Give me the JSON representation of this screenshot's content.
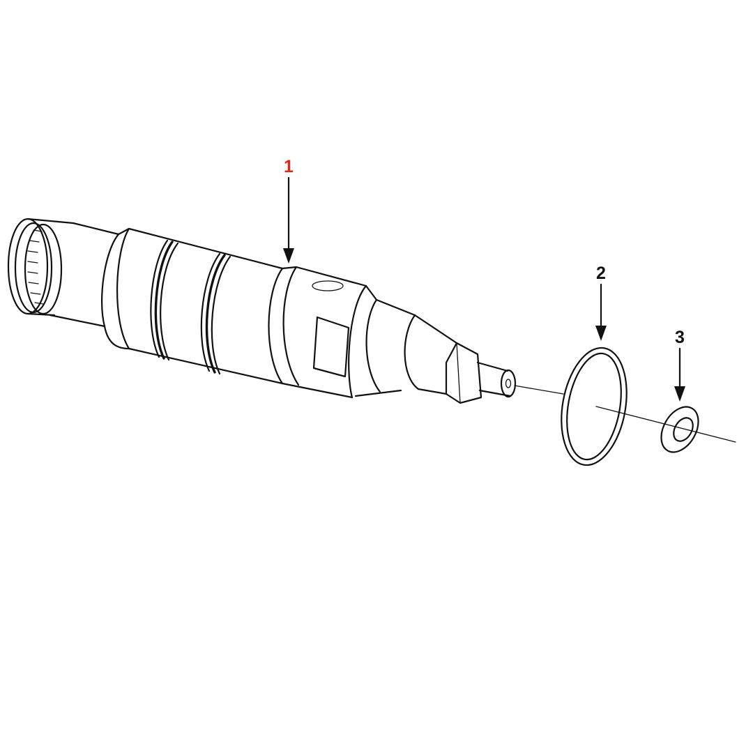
{
  "callouts": [
    {
      "label": "1",
      "color": "#e0261c",
      "target": "fuel-injector"
    },
    {
      "label": "2",
      "color": "#111111",
      "target": "o-ring-seal"
    },
    {
      "label": "3",
      "color": "#111111",
      "target": "sealing-washer"
    }
  ],
  "colors": {
    "line": "#111111",
    "background": "#ffffff",
    "highlight": "#e0261c"
  }
}
